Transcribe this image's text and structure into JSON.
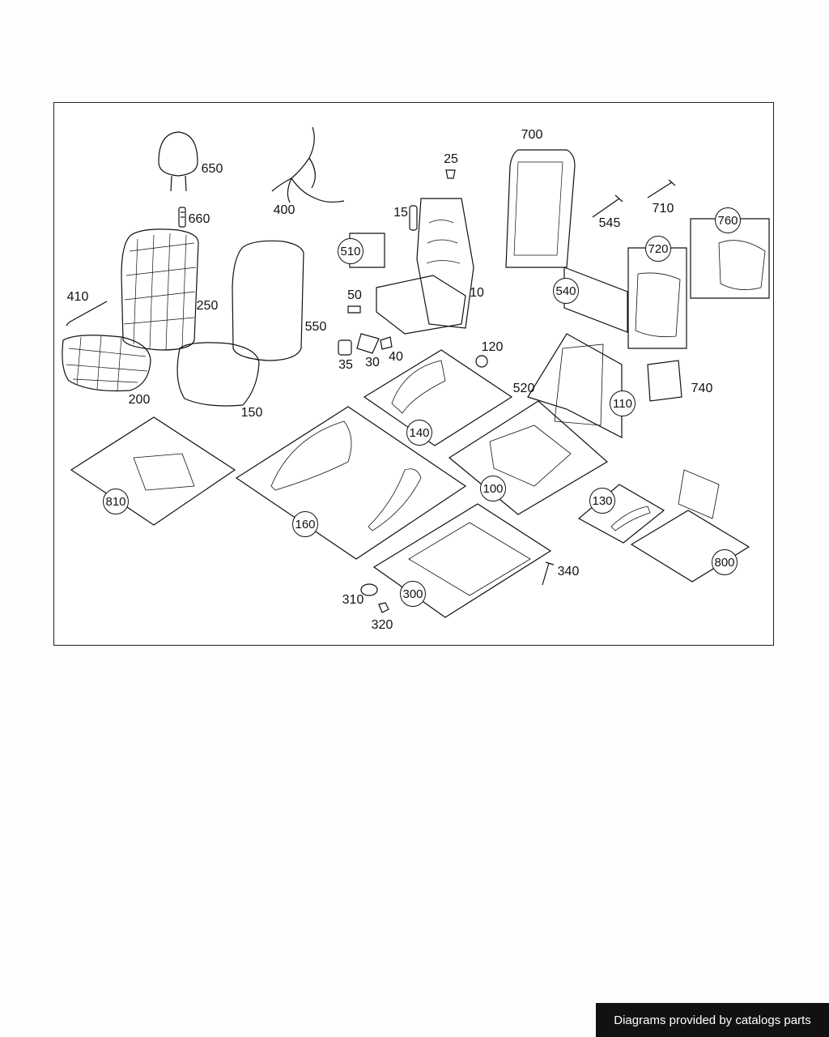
{
  "diagram": {
    "part_labels": [
      "650",
      "660",
      "400",
      "25",
      "700",
      "15",
      "710",
      "545",
      "410",
      "250",
      "550",
      "510",
      "50",
      "10",
      "760",
      "720",
      "540",
      "35",
      "30",
      "40",
      "120",
      "200",
      "150",
      "520",
      "740",
      "110",
      "140",
      "810",
      "160",
      "100",
      "130",
      "800",
      "340",
      "310",
      "300",
      "320"
    ],
    "group_badges": [
      "510",
      "540",
      "720",
      "760",
      "110",
      "140",
      "100",
      "810",
      "160",
      "130",
      "800",
      "300"
    ]
  },
  "footer": {
    "credit": "Diagrams provided by catalogs parts"
  }
}
